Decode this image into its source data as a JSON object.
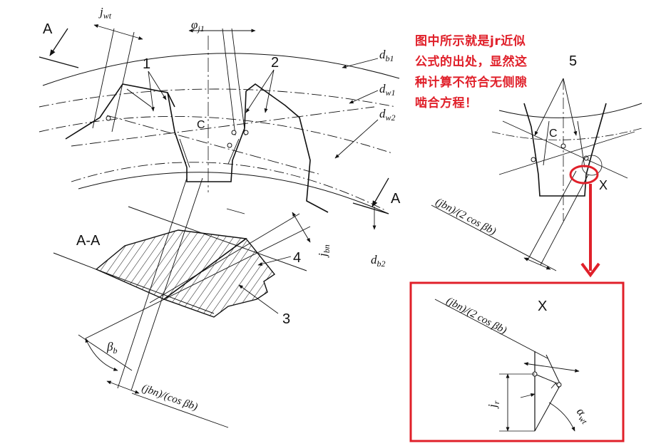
{
  "annotation": {
    "lines": [
      "图中所示就是jr近似",
      "公式的出处，显然这",
      "种计算不符合无侧隙",
      "啮合方程！"
    ],
    "color": "#e0202a"
  },
  "labels": {
    "section_a_top": "A",
    "section_a_right": "A",
    "section_aa": "A-A",
    "ref_1": "1",
    "ref_2": "2",
    "ref_3": "3",
    "ref_4": "4",
    "ref_5": "5",
    "pitch_point_main": "C",
    "pitch_point_right": "C",
    "detail_x_marker": "X",
    "detail_x_title": "X"
  },
  "symbols": {
    "j_wt": "j",
    "j_wt_sub": "wt",
    "phi_j1": "φ",
    "phi_j1_sub": "j1",
    "d_b1": "d",
    "d_b1_sub": "b1",
    "d_w1": "d",
    "d_w1_sub": "w1",
    "d_w2": "d",
    "d_w2_sub": "w2",
    "d_b2": "d",
    "d_b2_sub": "b2",
    "j_bn": "j",
    "j_bn_sub": "bn",
    "beta_b": "β",
    "beta_b_sub": "b",
    "j_r": "j",
    "j_r_sub": "r",
    "alpha_wt": "α",
    "alpha_wt_sub": "wt"
  },
  "formulas": {
    "bottom": "(jbn)/(cos βb)",
    "right": "(jbn)/(2 cos βb)",
    "detail": "(jbn)/(2 cos βb)"
  },
  "colors": {
    "highlight": "#e0202a",
    "line": "#111111"
  }
}
